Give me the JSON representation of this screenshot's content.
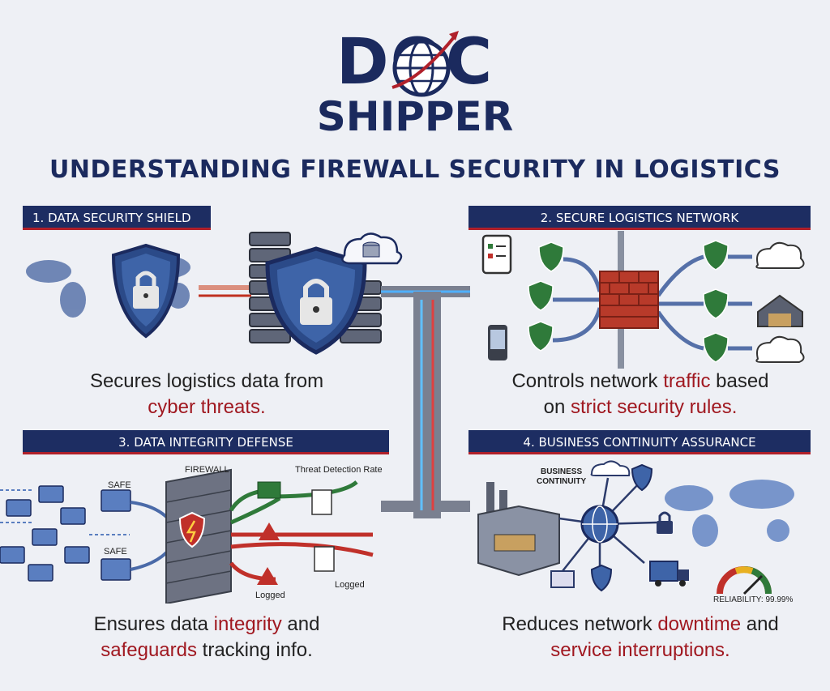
{
  "logo": {
    "word1": "DOC",
    "word2": "SHIPPER"
  },
  "title": "UNDERSTANDING FIREWALL SECURITY IN LOGISTICS",
  "sections": [
    {
      "heading": "1. DATA SECURITY SHIELD",
      "caption_a": "Secures logistics data from",
      "caption_b": "cyber threats."
    },
    {
      "heading": "2. SECURE LOGISTICS NETWORK",
      "caption_a": "Controls network ",
      "caption_hl1": "traffic",
      "caption_b": " based",
      "caption_c": "on ",
      "caption_hl2": "strict security rules."
    },
    {
      "heading": "3. DATA INTEGRITY DEFENSE",
      "caption_a": "Ensures data ",
      "caption_hl1": "integrity",
      "caption_b": " and",
      "caption_hl2": "safeguards",
      "caption_c": " tracking info."
    },
    {
      "heading": "4. BUSINESS CONTINUITY ASSURANCE",
      "caption_a": "Reduces network ",
      "caption_hl1": "downtime",
      "caption_b": " and",
      "caption_hl2": "service interruptions."
    }
  ],
  "labels": {
    "firewall": "FIREWALL",
    "threat_rate": "Threat Detection Rate",
    "safe1": "SAFE",
    "safe2": "SAFE",
    "logged1": "Logged",
    "logged2": "Logged",
    "business": "BUSINESS",
    "continuity": "CONTINUITY",
    "reliability": "RELIABILITY: 99.99%"
  },
  "colors": {
    "navy": "#1d2d62",
    "accent": "#a01820",
    "green": "#2f7a3a",
    "red": "#c0302a"
  }
}
